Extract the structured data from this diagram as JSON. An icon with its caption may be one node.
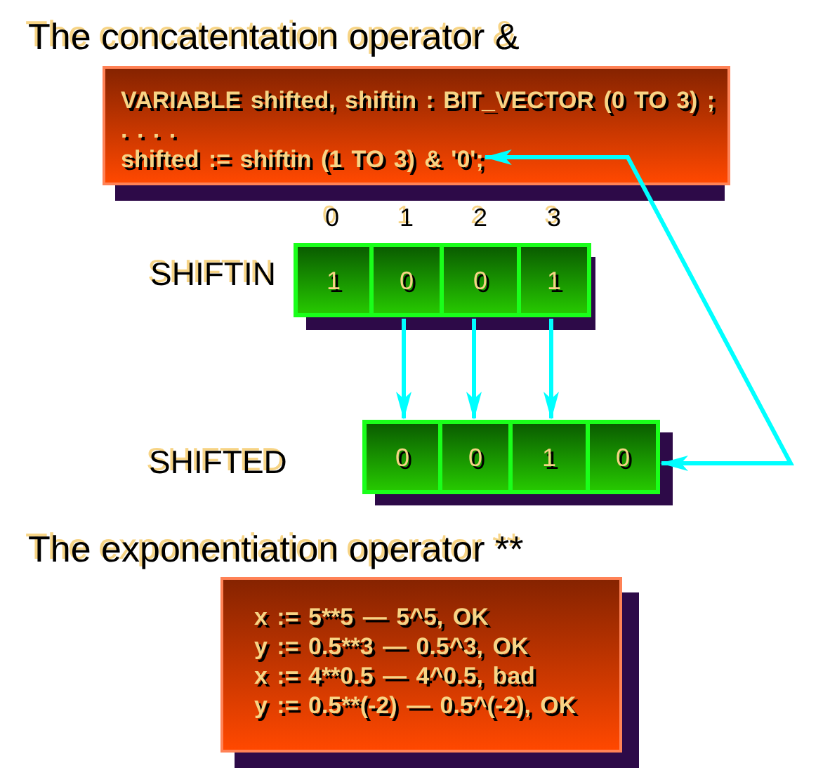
{
  "diagram": {
    "title": "The concatentation operator &",
    "nodes": [
      {
        "text": [
          "VARIABLE shifted, shiftin : BIT_VECTOR (0 TO 3) ;",
          ". . . .",
          "shifted := shiftin (1 TO 3) & '0';"
        ]
      },
      {
        "text": [
          "SHIFTIN"
        ]
      },
      {
        "text": [
          "1"
        ],
        "in": 1,
        "beside": [
          "0"
        ]
      },
      {
        "text": [
          "0"
        ],
        "in": 1,
        "beside": [
          "1"
        ]
      },
      {
        "text": [
          "0"
        ],
        "in": 1,
        "beside": [
          "2"
        ]
      },
      {
        "text": [
          "1"
        ],
        "in": 1,
        "beside": [
          "3"
        ]
      },
      {
        "text": [
          "SHIFTED"
        ]
      },
      {
        "text": [
          "0"
        ],
        "in": 6
      },
      {
        "text": [
          "0"
        ],
        "in": 6
      },
      {
        "text": [
          "1"
        ],
        "in": 6
      },
      {
        "text": [
          "0"
        ],
        "in": 6
      },
      {
        "text": [
          "x := 5**5 — 5^5, OK",
          "y := 0.5**3 — 0.5^3, OK",
          "x := 4**0.5 — 4^0.5, bad",
          "y := 0.5**(-2) — 0.5^(-2), OK"
        ]
      }
    ],
    "edges": [
      {
        "from": 3,
        "to": 7,
        "arrow": "to"
      },
      {
        "from": 4,
        "to": 8,
        "arrow": "to"
      },
      {
        "from": 5,
        "to": 9,
        "arrow": "to"
      },
      {
        "from": 0,
        "to": 10,
        "arrow": "both"
      }
    ],
    "labels": [
      "The exponentiation operator **"
    ]
  }
}
